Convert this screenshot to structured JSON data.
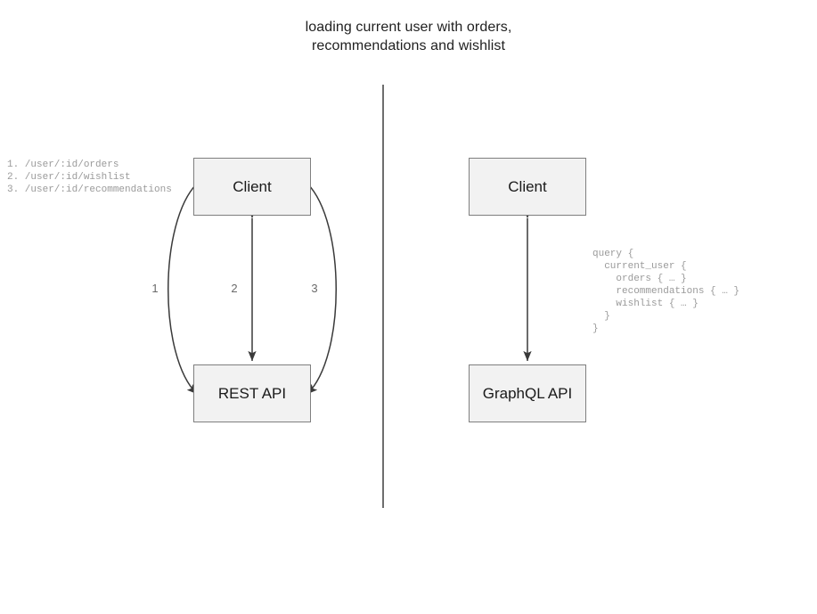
{
  "title": "loading current user with orders,\nrecommendations and wishlist",
  "divider": {
    "label": "vertical-divider"
  },
  "rest": {
    "client_label": "Client",
    "api_label": "REST API",
    "endpoints": "1. /user/:id/orders\n2. /user/:id/wishlist\n3. /user/:id/recommendations",
    "edge_labels": [
      "1",
      "2",
      "3"
    ]
  },
  "graphql": {
    "client_label": "Client",
    "api_label": "GraphQL API",
    "query": "query {\n  current_user {\n    orders { … }\n    recommendations { … }\n    wishlist { … }\n  }\n}"
  },
  "colors": {
    "node_fill": "#f2f2f2",
    "node_border": "#7f7f7f",
    "arrow": "#3a3a3a",
    "code_text": "#9a9a9a",
    "divider": "#6e6e6e",
    "title_text": "#1f1f1f"
  }
}
